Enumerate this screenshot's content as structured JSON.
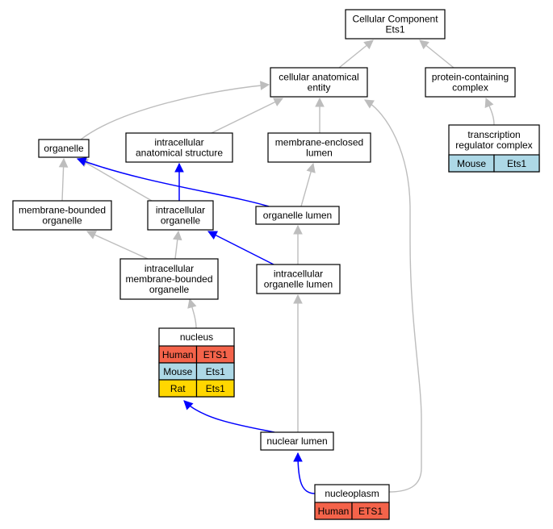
{
  "colors": {
    "grey_edge": "#bdbdbd",
    "blue_edge": "#0000ff",
    "human": "#f4634a",
    "mouse": "#add8e6",
    "rat": "#ffd700"
  },
  "nodes": {
    "cellular_component": {
      "lines": [
        "Cellular Component",
        "Ets1"
      ]
    },
    "cellular_anatomical_entity": {
      "lines": [
        "cellular anatomical",
        "entity"
      ]
    },
    "protein_containing_complex": {
      "lines": [
        "protein-containing",
        "complex"
      ]
    },
    "organelle": {
      "lines": [
        "organelle"
      ]
    },
    "intracellular_anatomical_structure": {
      "lines": [
        "intracellular",
        "anatomical structure"
      ]
    },
    "membrane_enclosed_lumen": {
      "lines": [
        "membrane-enclosed",
        "lumen"
      ]
    },
    "transcription_regulator_complex": {
      "lines": [
        "transcription",
        "regulator complex"
      ],
      "rows": [
        {
          "species": "Mouse",
          "gene": "Ets1",
          "color": "mouse"
        }
      ]
    },
    "membrane_bounded_organelle": {
      "lines": [
        "membrane-bounded",
        "organelle"
      ]
    },
    "intracellular_organelle": {
      "lines": [
        "intracellular",
        "organelle"
      ]
    },
    "organelle_lumen": {
      "lines": [
        "organelle lumen"
      ]
    },
    "intracellular_membrane_bounded_organelle": {
      "lines": [
        "intracellular",
        "membrane-bounded",
        "organelle"
      ]
    },
    "intracellular_organelle_lumen": {
      "lines": [
        "intracellular",
        "organelle lumen"
      ]
    },
    "nucleus": {
      "lines": [
        "nucleus"
      ],
      "rows": [
        {
          "species": "Human",
          "gene": "ETS1",
          "color": "human"
        },
        {
          "species": "Mouse",
          "gene": "Ets1",
          "color": "mouse"
        },
        {
          "species": "Rat",
          "gene": "Ets1",
          "color": "rat"
        }
      ]
    },
    "nuclear_lumen": {
      "lines": [
        "nuclear lumen"
      ]
    },
    "nucleoplasm": {
      "lines": [
        "nucleoplasm"
      ],
      "rows": [
        {
          "species": "Human",
          "gene": "ETS1",
          "color": "human"
        }
      ]
    }
  },
  "edges": [
    {
      "from": "cellular_anatomical_entity",
      "to": "cellular_component",
      "kind": "grey"
    },
    {
      "from": "protein_containing_complex",
      "to": "cellular_component",
      "kind": "grey"
    },
    {
      "from": "organelle",
      "to": "cellular_anatomical_entity",
      "kind": "grey"
    },
    {
      "from": "intracellular_anatomical_structure",
      "to": "cellular_anatomical_entity",
      "kind": "grey"
    },
    {
      "from": "membrane_enclosed_lumen",
      "to": "cellular_anatomical_entity",
      "kind": "grey"
    },
    {
      "from": "nucleoplasm",
      "to": "cellular_anatomical_entity",
      "kind": "grey"
    },
    {
      "from": "transcription_regulator_complex",
      "to": "protein_containing_complex",
      "kind": "grey"
    },
    {
      "from": "membrane_bounded_organelle",
      "to": "organelle",
      "kind": "grey"
    },
    {
      "from": "intracellular_organelle",
      "to": "organelle",
      "kind": "grey"
    },
    {
      "from": "organelle_lumen",
      "to": "organelle",
      "kind": "blue"
    },
    {
      "from": "intracellular_organelle",
      "to": "intracellular_anatomical_structure",
      "kind": "blue"
    },
    {
      "from": "organelle_lumen",
      "to": "membrane_enclosed_lumen",
      "kind": "grey"
    },
    {
      "from": "intracellular_membrane_bounded_organelle",
      "to": "membrane_bounded_organelle",
      "kind": "grey"
    },
    {
      "from": "intracellular_membrane_bounded_organelle",
      "to": "intracellular_organelle",
      "kind": "grey"
    },
    {
      "from": "intracellular_organelle_lumen",
      "to": "intracellular_organelle",
      "kind": "blue"
    },
    {
      "from": "intracellular_organelle_lumen",
      "to": "organelle_lumen",
      "kind": "grey"
    },
    {
      "from": "nucleus",
      "to": "intracellular_membrane_bounded_organelle",
      "kind": "grey"
    },
    {
      "from": "nuclear_lumen",
      "to": "intracellular_organelle_lumen",
      "kind": "grey"
    },
    {
      "from": "nuclear_lumen",
      "to": "nucleus",
      "kind": "blue"
    },
    {
      "from": "nucleoplasm",
      "to": "nuclear_lumen",
      "kind": "blue"
    }
  ]
}
